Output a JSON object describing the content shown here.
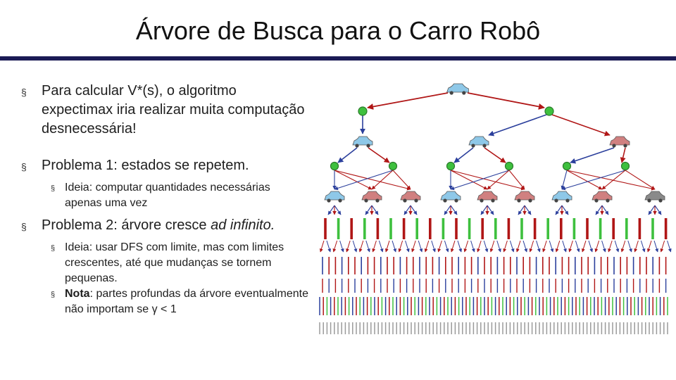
{
  "slide": {
    "title": "Árvore de Busca para o Carro Robô"
  },
  "bullets": [
    {
      "text": "Para calcular V*(s), o algoritmo expectimax iria realizar muita computação desnecessária!"
    },
    {
      "text": "Problema 1: estados se repetem.",
      "sub": [
        {
          "text": "Ideia: computar quantidades necessárias apenas uma vez"
        }
      ]
    },
    {
      "prefix": "Problema 2: árvore cresce ",
      "emph": "ad infinito.",
      "sub": [
        {
          "text": "Ideia: usar DFS com limite, mas com limites crescentes, até que mudanças se tornem pequenas."
        },
        {
          "bold": "Nota",
          "rest": ": partes profundas da árvore eventualmente não importam se γ < 1"
        }
      ]
    }
  ],
  "bullet_marker": "§",
  "colors": {
    "title_rule": "#1b1b55",
    "arrow_blue": "#2b3f9c",
    "arrow_red": "#b01616",
    "node_green": "#3ec03e",
    "car_cool": "#8ec8e8",
    "car_warm": "#d08080",
    "car_overheated": "#8a8a8a"
  }
}
